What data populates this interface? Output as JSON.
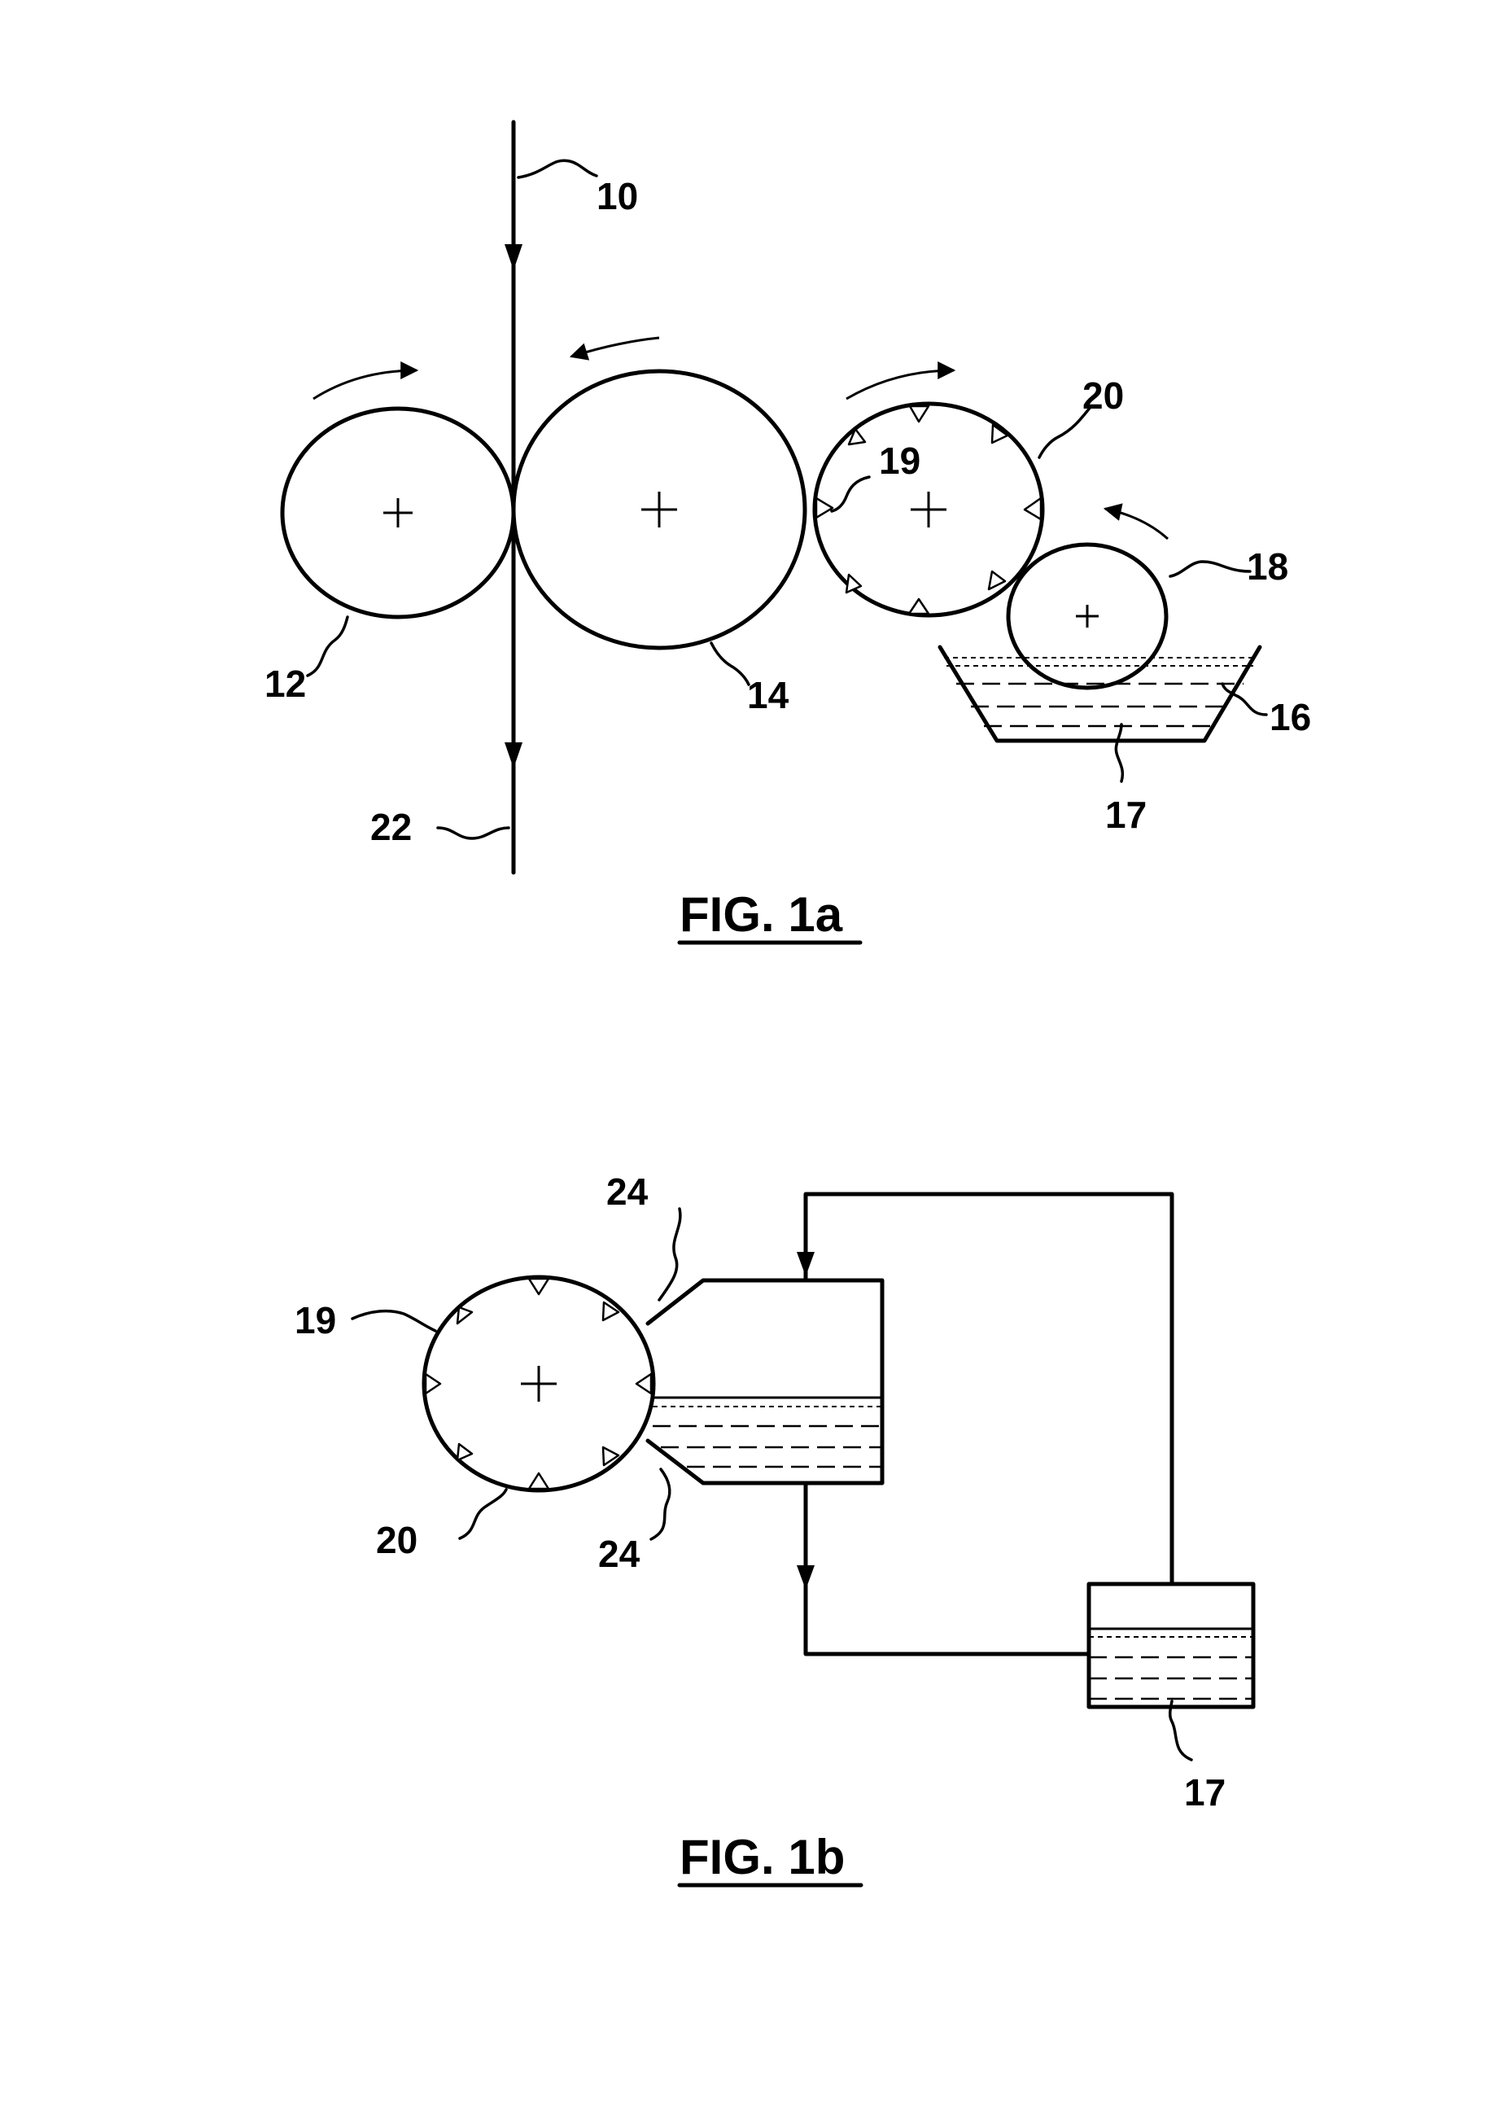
{
  "figures": {
    "fig1a": {
      "caption": "FIG. 1a",
      "labels": {
        "web_in": "10",
        "roll_a": "12",
        "roll_b": "14",
        "tray": "16",
        "liquid": "17",
        "pickup_roll": "18",
        "cells": "19",
        "anilox_roll": "20",
        "web_out": "22"
      }
    },
    "fig1b": {
      "caption": "FIG. 1b",
      "labels": {
        "cells": "19",
        "anilox_roll": "20",
        "blade_upper": "24",
        "blade_lower": "24",
        "reservoir_liquid": "17"
      }
    }
  }
}
